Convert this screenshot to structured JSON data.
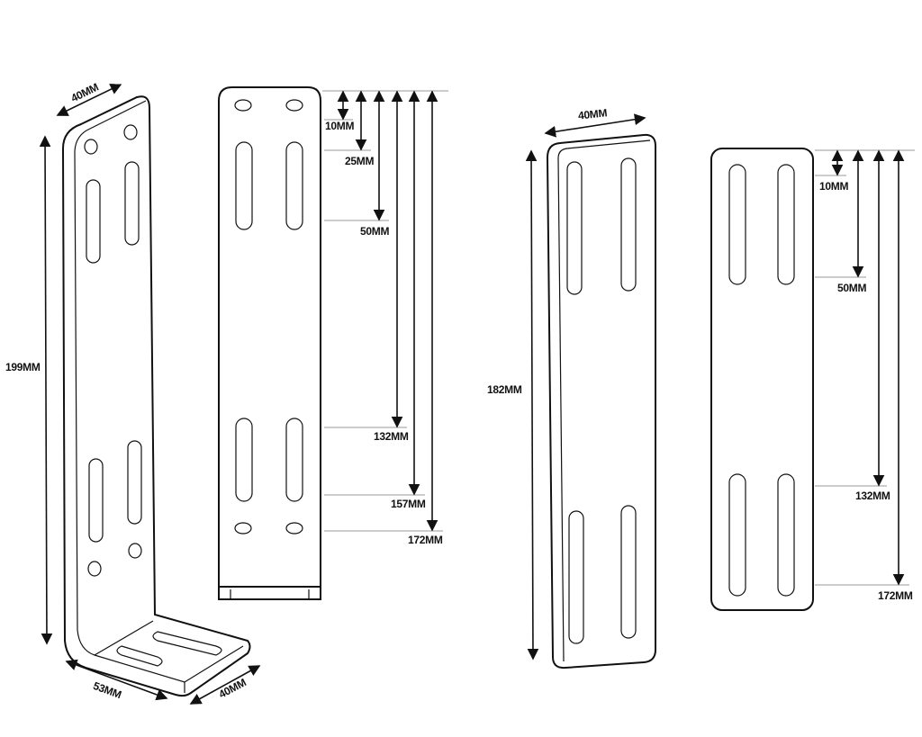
{
  "left_bracket_3d": {
    "top_width": "40MM",
    "height": "199MM",
    "foot_length": "53MM",
    "foot_width": "40MM"
  },
  "left_bracket_front": {
    "dims": [
      "10MM",
      "25MM",
      "50MM",
      "132MM",
      "157MM",
      "172MM"
    ]
  },
  "right_plate_3d": {
    "width": "40MM",
    "height": "182MM"
  },
  "right_plate_front": {
    "dims": [
      "10MM",
      "50MM",
      "132MM",
      "172MM"
    ]
  }
}
